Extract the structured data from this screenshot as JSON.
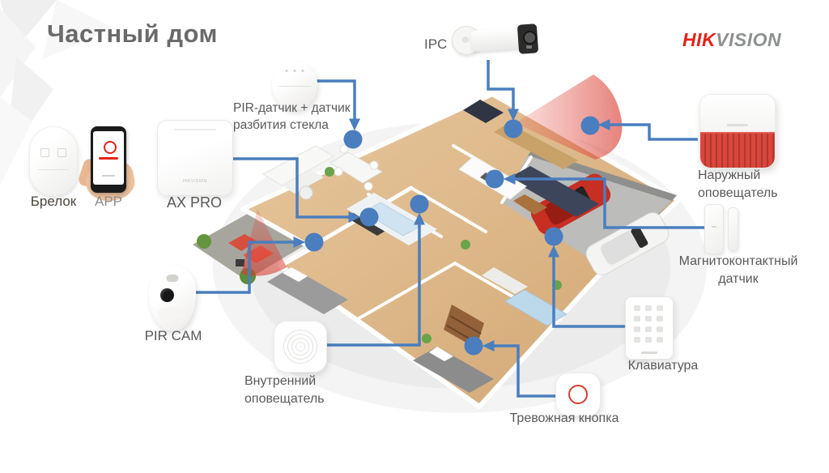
{
  "title": "Частный дом",
  "brand": {
    "hik": "HIK",
    "vision": "VISION"
  },
  "labels": {
    "keyfob": "Брелок",
    "app": "APP",
    "ax_pro": "AX PRO",
    "pir": "PIR-датчик + датчик разбития стекла",
    "ipc": "IPC",
    "outdoor_sounder": "Наружный оповещатель",
    "magnetic": "Магнитоконтактный датчик",
    "pir_cam": "PIR CAM",
    "indoor_sounder": "Внутренний оповещатель",
    "keypad": "Клавиатура",
    "panic_button": "Тревожная кнопка"
  },
  "colors": {
    "accent_blue": "#4a7ebe",
    "beam_red": "#dd4338",
    "label_gray": "#595959",
    "brand_red": "#e2231a",
    "brand_gray": "#8e9091"
  }
}
